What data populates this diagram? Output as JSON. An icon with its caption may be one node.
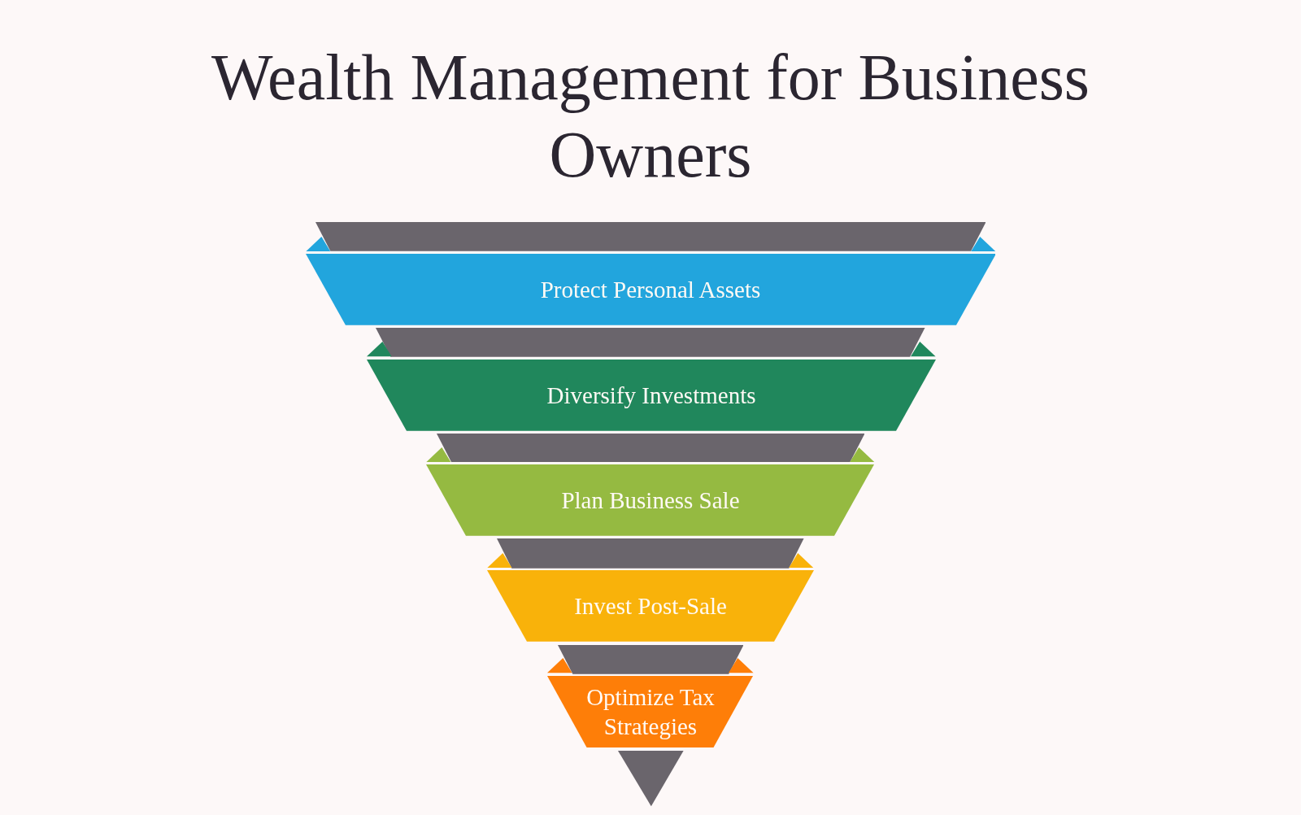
{
  "diagram": {
    "title": "Wealth Management for Business Owners",
    "nodes": [
      {
        "text": [],
        "shape": "trapezoid"
      },
      {
        "text": [
          "Protect Personal Assets"
        ]
      },
      {
        "text": [],
        "shape": "trapezoid"
      },
      {
        "text": [
          "Diversify Investments"
        ]
      },
      {
        "text": [],
        "shape": "trapezoid"
      },
      {
        "text": [
          "Plan Business Sale"
        ]
      },
      {
        "text": [],
        "shape": "trapezoid"
      },
      {
        "text": [
          "Invest Post-Sale"
        ]
      },
      {
        "text": [],
        "shape": "trapezoid"
      },
      {
        "text": [
          "Optimize Tax Strategies"
        ]
      },
      {
        "text": [],
        "shape": "triangle"
      }
    ]
  }
}
